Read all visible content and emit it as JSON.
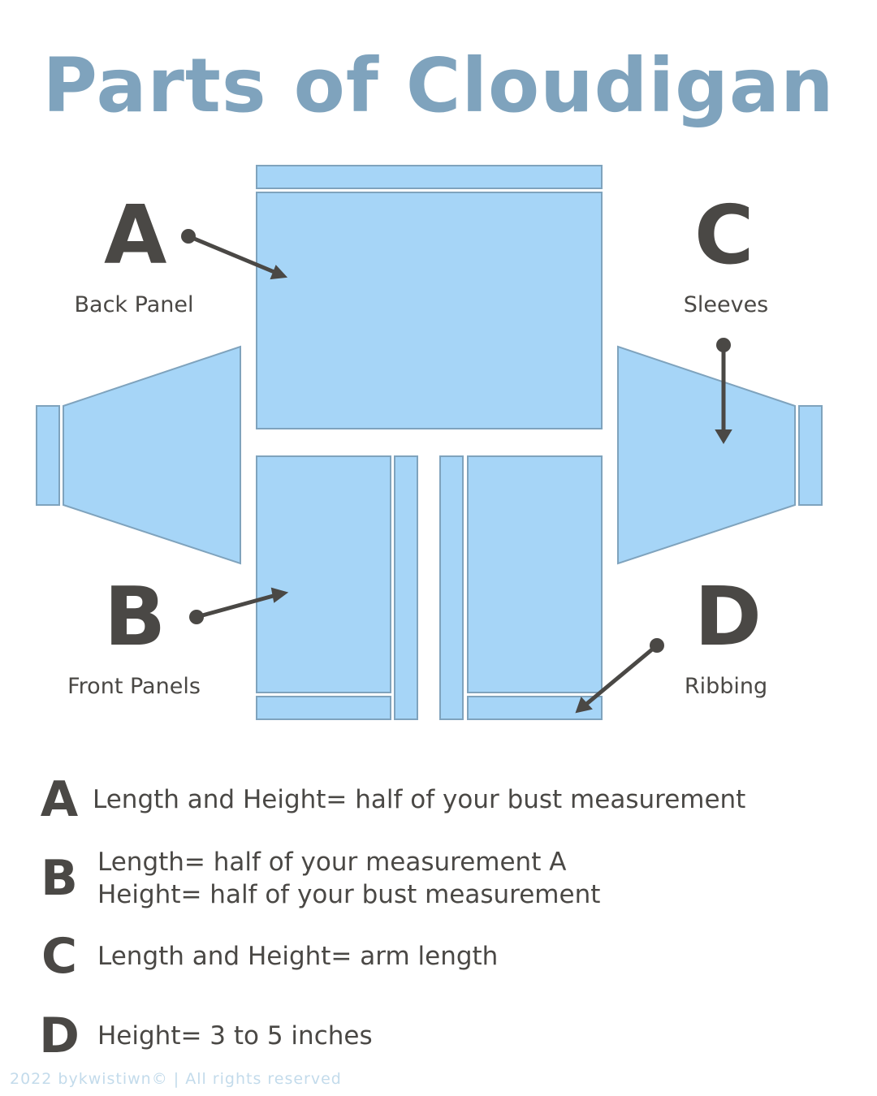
{
  "title": "Parts of Cloudigan",
  "colors": {
    "title": "#7fa3bd",
    "panel_fill": "#a6d5f7",
    "panel_stroke": "#7fa3bd",
    "ink": "#4a4845",
    "footer": "#c3dbeb"
  },
  "parts": [
    {
      "letter": "A",
      "label": "Back Panel"
    },
    {
      "letter": "B",
      "label": "Front Panels"
    },
    {
      "letter": "C",
      "label": "Sleeves"
    },
    {
      "letter": "D",
      "label": "Ribbing"
    }
  ],
  "legend": [
    {
      "letter": "A",
      "lines": [
        "Length and Height= half of your bust measurement"
      ]
    },
    {
      "letter": "B",
      "lines": [
        "Length= half of your measurement A",
        "Height= half of your bust measurement"
      ]
    },
    {
      "letter": "C",
      "lines": [
        "Length and Height= arm length"
      ]
    },
    {
      "letter": "D",
      "lines": [
        "Height= 3 to 5 inches"
      ]
    }
  ],
  "footer": "2022 bykwistiwn©  | All rights reserved"
}
